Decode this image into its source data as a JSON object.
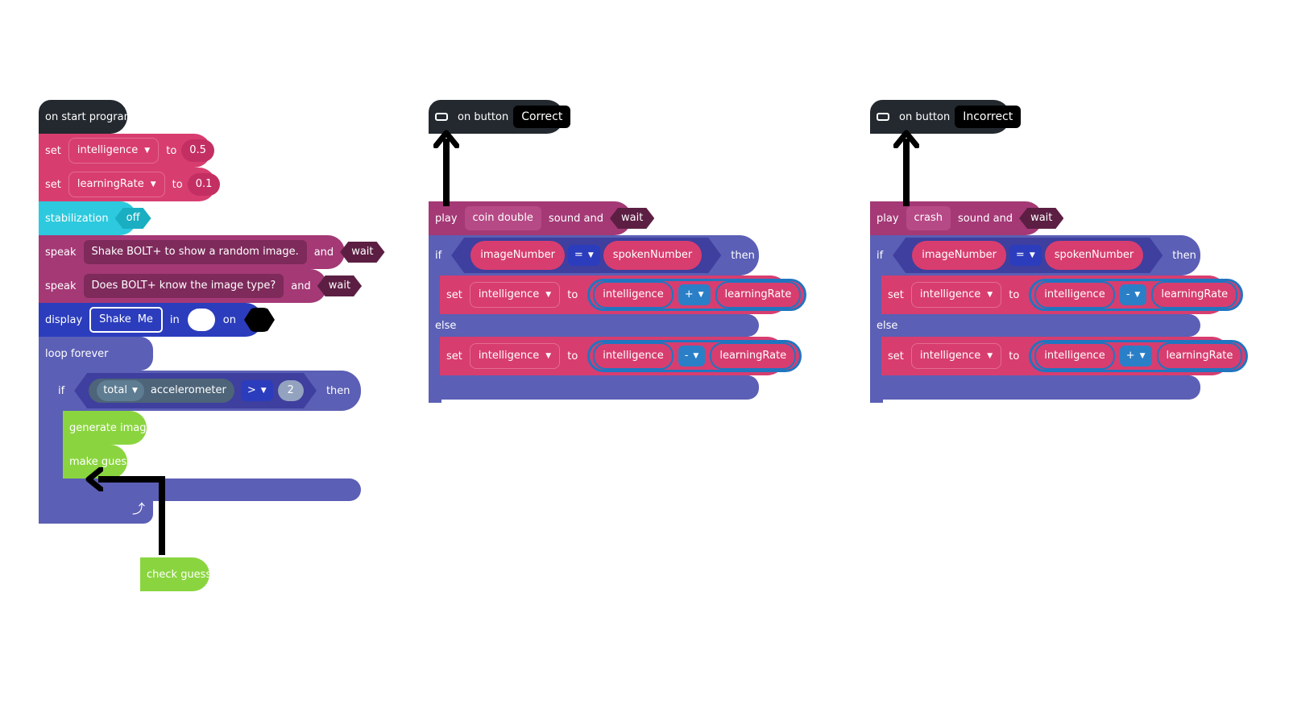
{
  "program1": {
    "hat": "on start program",
    "set1": {
      "label": "set",
      "var": "intelligence",
      "to": "to",
      "value": "0.5"
    },
    "set2": {
      "label": "set",
      "var": "learningRate",
      "to": "to",
      "value": "0.1"
    },
    "stab": {
      "label": "stabilization",
      "value": "off"
    },
    "speak1": {
      "label": "speak",
      "text": "Shake BOLT+ to show a random image.",
      "and": "and",
      "wait": "wait"
    },
    "speak2": {
      "label": "speak",
      "text": "Does BOLT+ know the image type?",
      "and": "and",
      "wait": "wait"
    },
    "display": {
      "label": "display",
      "text1": "Shake",
      "text2": "Me",
      "in": "in",
      "on": "on"
    },
    "loop": {
      "label": "loop forever"
    },
    "if": {
      "label": "if",
      "sensor_mode": "total",
      "sensor": "accelerometer",
      "op": ">",
      "value": "2",
      "then": "then"
    },
    "gen": "generate image",
    "make": "make guess",
    "check": "check guess"
  },
  "program2": {
    "hat": {
      "label": "on button",
      "button": "Correct"
    },
    "play": {
      "label": "play",
      "sound": "coin double",
      "mid": "sound and",
      "wait": "wait"
    },
    "if": {
      "label": "if",
      "left": "imageNumber",
      "op": "=",
      "right": "spokenNumber",
      "then": "then"
    },
    "set1": {
      "label": "set",
      "var": "intelligence",
      "to": "to",
      "a": "intelligence",
      "op": "+",
      "b": "learningRate"
    },
    "else": "else",
    "set2": {
      "label": "set",
      "var": "intelligence",
      "to": "to",
      "a": "intelligence",
      "op": "-",
      "b": "learningRate"
    }
  },
  "program3": {
    "hat": {
      "label": "on button",
      "button": "Incorrect"
    },
    "play": {
      "label": "play",
      "sound": "crash",
      "mid": "sound and",
      "wait": "wait"
    },
    "if": {
      "label": "if",
      "left": "imageNumber",
      "op": "=",
      "right": "spokenNumber",
      "then": "then"
    },
    "set1": {
      "label": "set",
      "var": "intelligence",
      "to": "to",
      "a": "intelligence",
      "op": "-",
      "b": "learningRate"
    },
    "else": "else",
    "set2": {
      "label": "set",
      "var": "intelligence",
      "to": "to",
      "a": "intelligence",
      "op": "+",
      "b": "learningRate"
    }
  },
  "colors": {
    "pink": "#d83d6f",
    "plum": "#a43976",
    "cyan": "#2dc9de",
    "blue": "#2b3dbd",
    "purple": "#5b5fb5",
    "green": "#8ad53f",
    "dark": "#23292f"
  },
  "icons": {
    "dropdown": "caret-down-icon",
    "repeat": "repeat-arrow-icon",
    "drone": "drone-icon"
  }
}
